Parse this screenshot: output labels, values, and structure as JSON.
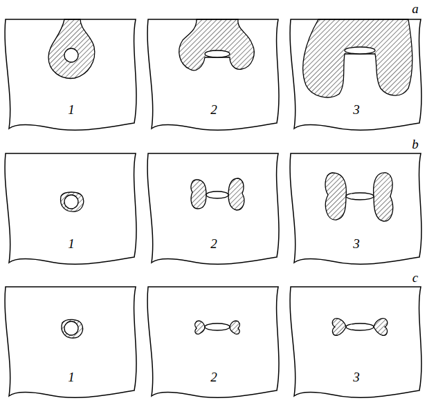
{
  "diagram": {
    "labels": [
      "a",
      "1",
      "2",
      "3",
      "b",
      "1",
      "2",
      "3",
      "c",
      "1",
      "2",
      "3"
    ]
  }
}
